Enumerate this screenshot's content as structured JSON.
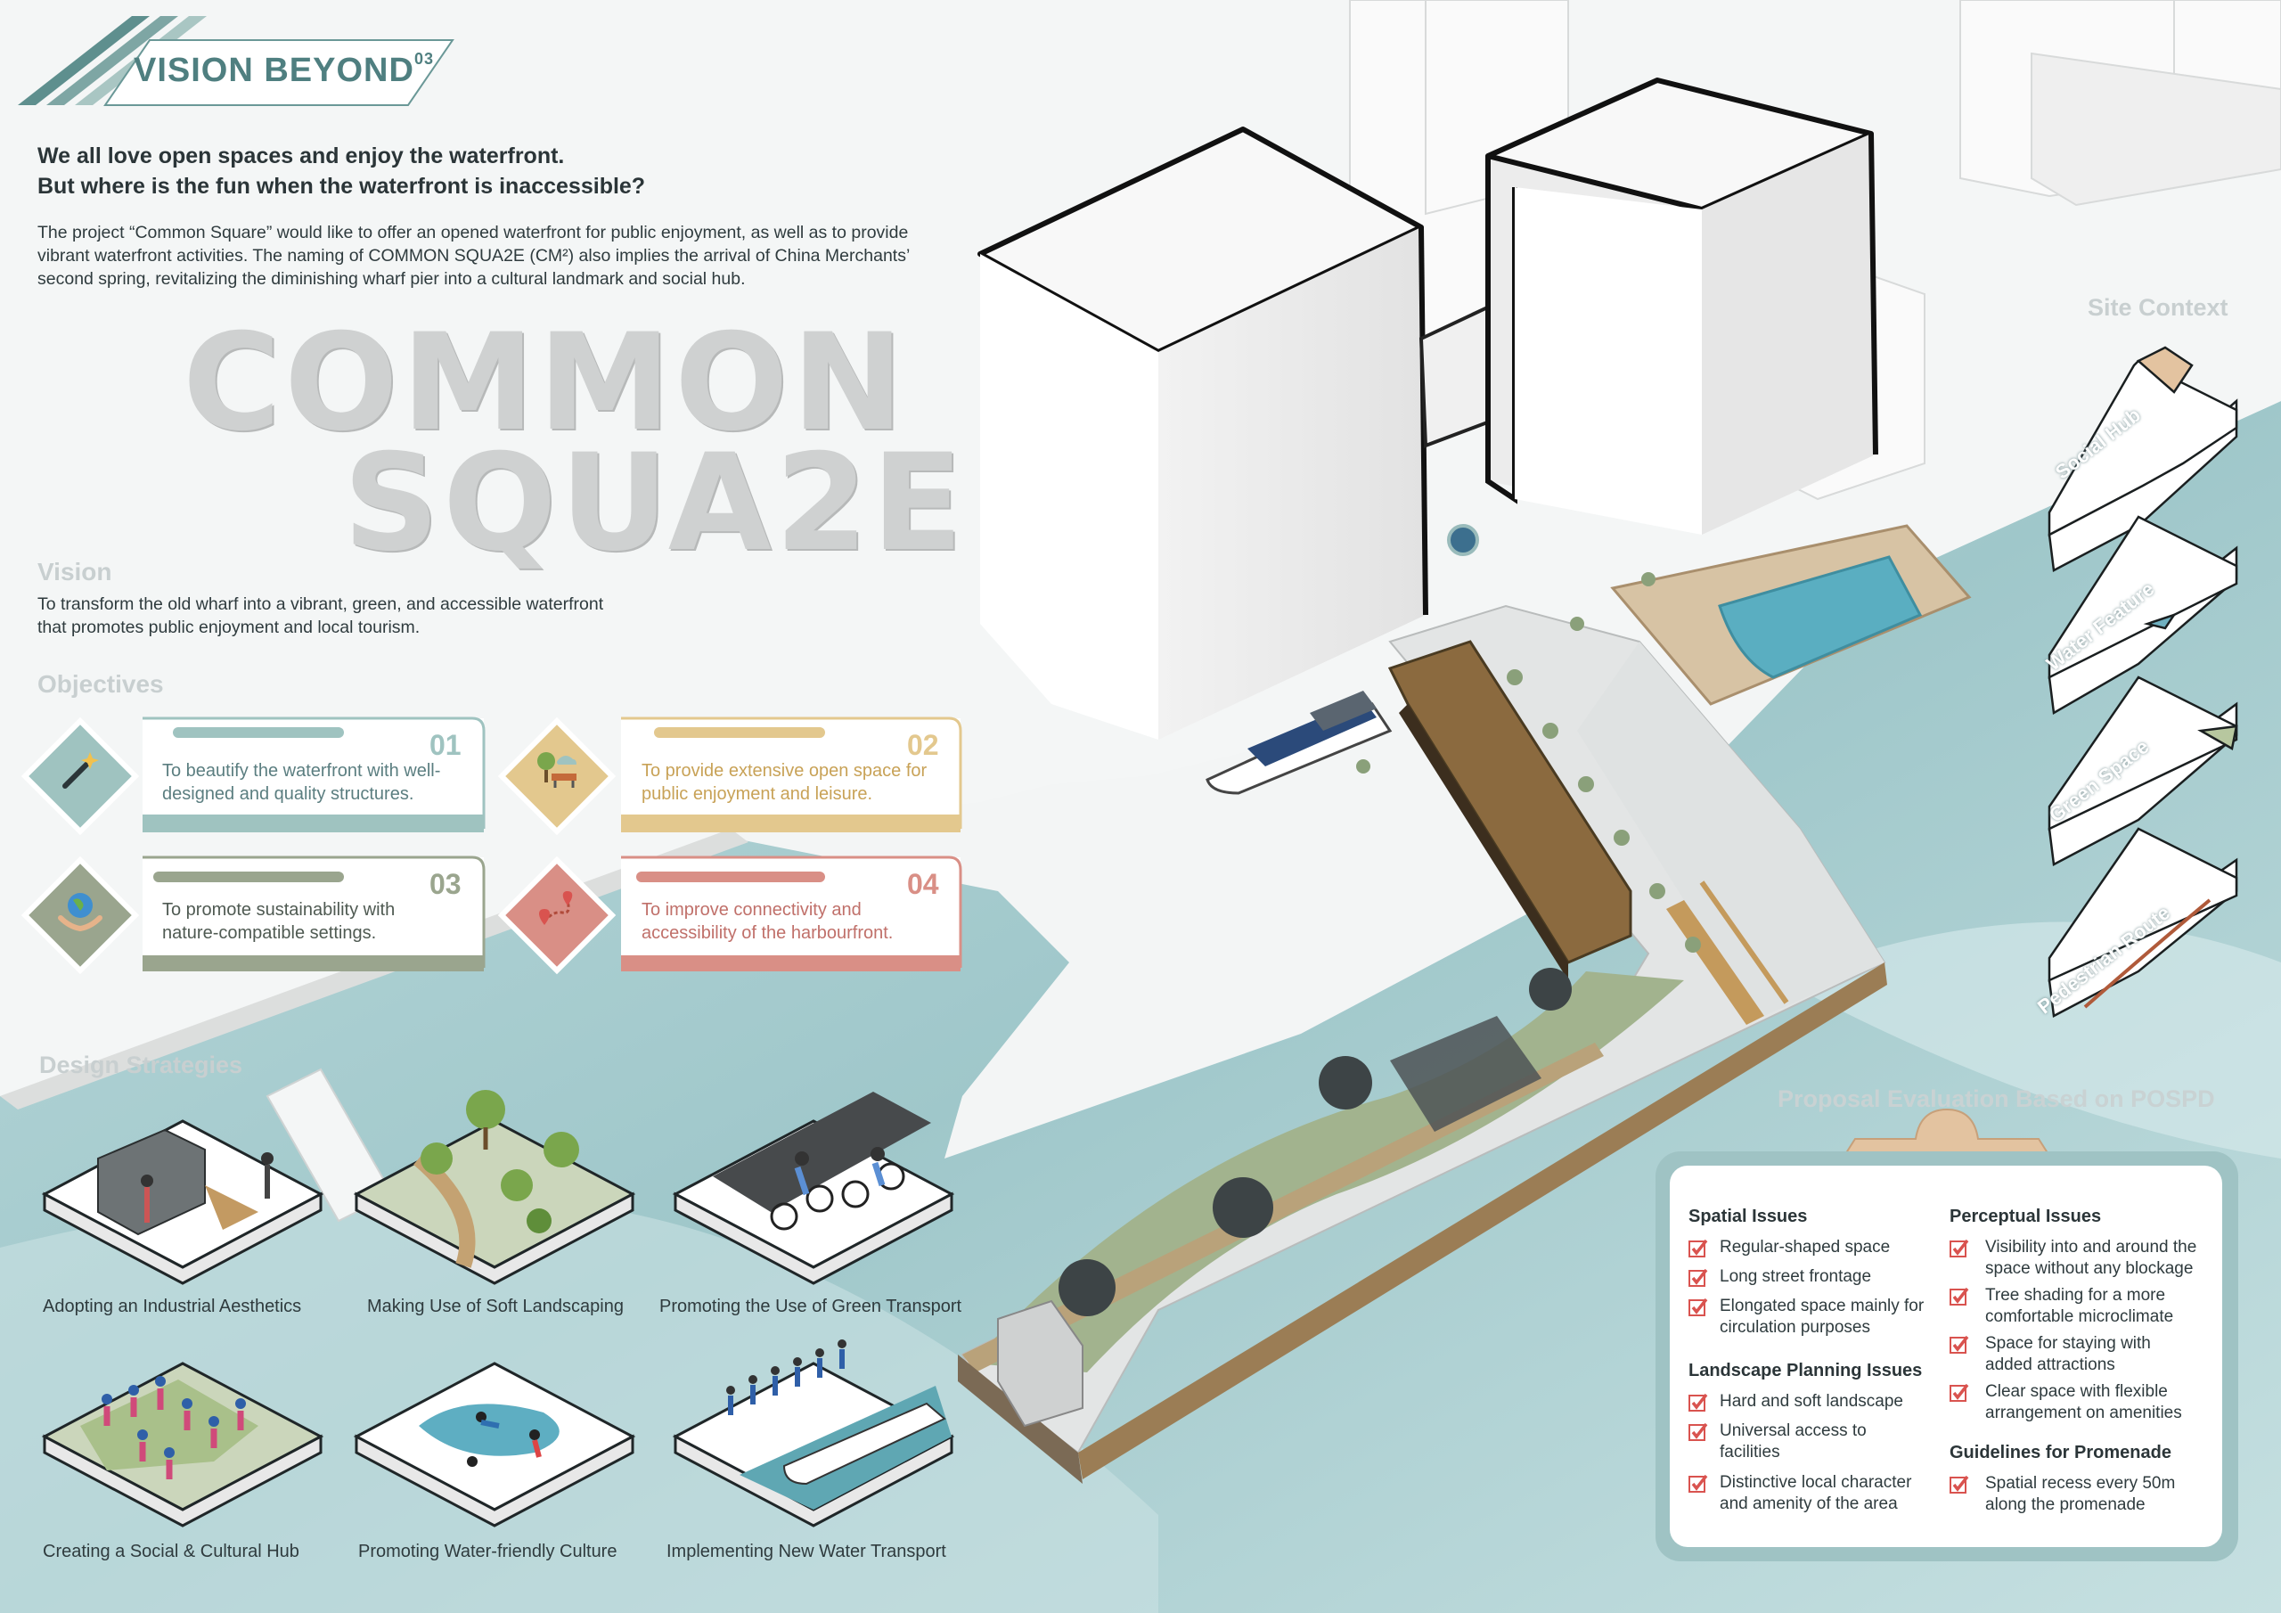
{
  "header": {
    "title": "VISION BEYOND",
    "page_number": "03"
  },
  "headline": {
    "line1": "We all love open spaces and enjoy the waterfront.",
    "line2": "But where is the fun when the waterfront is inaccessible?"
  },
  "intro": "The project “Common Square” would like to offer an opened waterfront for public enjoyment, as well as to provide vibrant waterfront activities. The naming of COMMON SQUA2E (CM²) also implies the arrival of China Merchants’ second spring, revitalizing the diminishing wharf pier into a cultural landmark and social hub.",
  "big_title": {
    "line1": "COMMON",
    "line2": "SQUA2E"
  },
  "vision": {
    "heading": "Vision",
    "text": "To transform the old wharf into a vibrant, green, and accessible waterfront that promotes public enjoyment and local tourism."
  },
  "objectives": {
    "heading": "Objectives",
    "items": [
      {
        "number": "01",
        "text": "To beautify the waterfront with well-designed and quality structures.",
        "icon": "magic-wand-icon",
        "color": "#9fc3c0"
      },
      {
        "number": "02",
        "text": "To provide extensive open space for public enjoyment and leisure.",
        "icon": "park-bench-icon",
        "color": "#e3c88e"
      },
      {
        "number": "03",
        "text": "To promote sustainability with nature-compatible settings.",
        "icon": "earth-hands-icon",
        "color": "#9aa58e"
      },
      {
        "number": "04",
        "text": "To improve connectivity and accessibility of the harbourfront.",
        "icon": "route-pin-icon",
        "color": "#d98f86"
      }
    ]
  },
  "design_strategies": {
    "heading": "Design Strategies",
    "items": [
      {
        "label": "Adopting an Industrial Aesthetics",
        "icon": "container-icon"
      },
      {
        "label": "Making Use of Soft Landscaping",
        "icon": "trees-icon"
      },
      {
        "label": "Promoting the Use of Green Transport",
        "icon": "bicycle-icon"
      },
      {
        "label": "Creating a Social & Cultural Hub",
        "icon": "crowd-icon"
      },
      {
        "label": "Promoting Water-friendly Culture",
        "icon": "swimming-icon"
      },
      {
        "label": "Implementing New Water Transport",
        "icon": "ferry-icon"
      }
    ]
  },
  "site_context": {
    "heading": "Site Context",
    "layers": [
      "Social Hub",
      "Water Feature",
      "Green Space",
      "Pedestrian Route"
    ]
  },
  "evaluation": {
    "heading": "Proposal Evaluation Based on POSPD",
    "spatial": {
      "title": "Spatial Issues",
      "items": [
        "Regular-shaped space",
        "Long street frontage",
        "Elongated space mainly for circulation purposes"
      ]
    },
    "landscape": {
      "title": "Landscape Planning Issues",
      "items": [
        "Hard and soft landscape",
        "Universal access to facilities",
        "Distinctive local character and amenity of the area"
      ]
    },
    "perceptual": {
      "title": "Perceptual Issues",
      "items": [
        "Visibility into and around the space without any blockage",
        "Tree shading for a more comfortable microclimate",
        "Space for staying with added attractions",
        "Clear space with flexible arrangement on amenities"
      ]
    },
    "guidelines": {
      "title": "Guidelines for Promenade",
      "items": [
        "Spatial recess every 50m along the promenade"
      ]
    }
  },
  "colors": {
    "accent": "#4f7f80",
    "water": "#a8cdd0",
    "grass": "#9aae86",
    "check": "#d9534f",
    "card_frame": "#9fc3c4",
    "clip": "#e3c3a0"
  }
}
